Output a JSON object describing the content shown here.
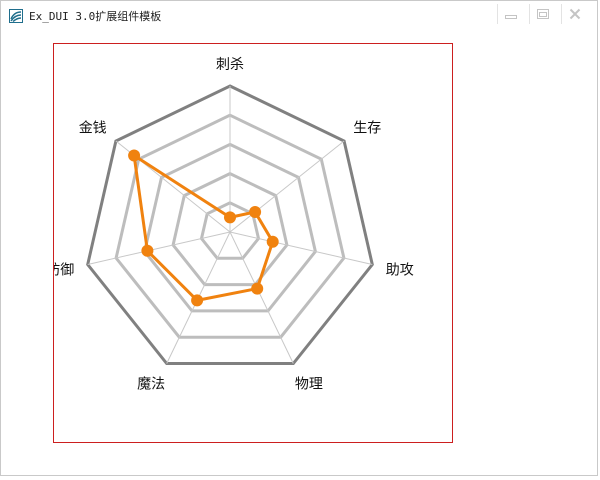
{
  "window": {
    "title": "Ex_DUI 3.0扩展组件模板",
    "icon": "app-logo-icon",
    "controls": [
      "minimize-icon",
      "maximize-icon",
      "close-icon"
    ]
  },
  "chart_data": {
    "type": "radar",
    "axes": [
      "刺杀",
      "生存",
      "助攻",
      "物理",
      "魔法",
      "防御",
      "金钱"
    ],
    "max": 100,
    "rings": 5,
    "series": [
      {
        "color": "#f0820f",
        "values": [
          10,
          22,
          30,
          43,
          52,
          58,
          84
        ]
      }
    ],
    "colors": {
      "outer_ring": "#808080",
      "inner_ring": "#bdbdbd",
      "spoke": "#c8c8c8",
      "frame": "#cc1f1f"
    }
  }
}
